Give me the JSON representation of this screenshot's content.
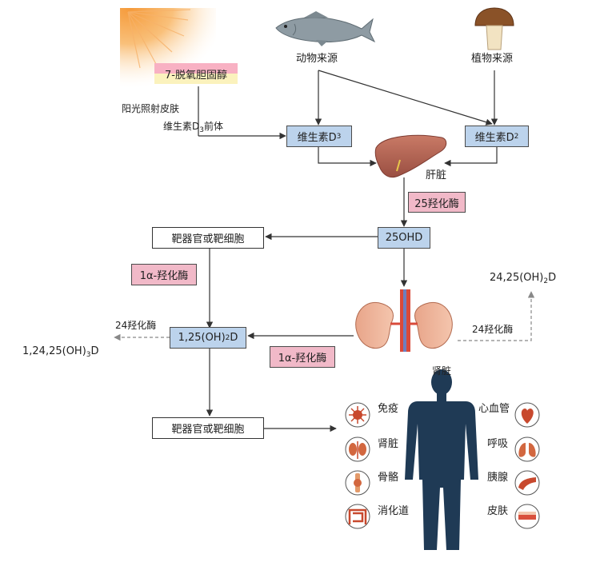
{
  "labels": {
    "precursor": "7-脱氧胆固醇",
    "sunlight": "阳光照射皮肤",
    "d3_precursor_main": "维生素D",
    "d3_precursor_sub": "3",
    "d3_precursor_tail": "前体",
    "animal_source": "动物来源",
    "plant_source": "植物来源",
    "vit_d3_main": "维生素D",
    "vit_d3_sub": "3",
    "vit_d2_main": "维生素D",
    "vit_d2_sub": "2",
    "liver": "肝脏",
    "enzyme_25": "25羟化酶",
    "ohd25": "25OHD",
    "target_top": "靶器官或靶细胞",
    "enzyme_1a_left": "1α-羟化酶",
    "metab_2425_main": "24,25(OH)",
    "metab_2425_sub": "2",
    "metab_2425_tail": "D",
    "enzyme_24_right": "24羟化酶",
    "enzyme_24_left": "24羟化酶",
    "calcitriol_main": "1,25(OH)",
    "calcitriol_sub": "2",
    "calcitriol_tail": "D",
    "metab_12425_main": "1,24,25(OH)",
    "metab_12425_sub": "3",
    "metab_12425_tail": "D",
    "enzyme_1a_right": "1α-羟化酶",
    "kidney": "肾脏",
    "target_bottom": "靶器官或靶细胞"
  },
  "organs_left": [
    {
      "label": "免疫",
      "icon": "immune-icon"
    },
    {
      "label": "肾脏",
      "icon": "kidney-icon"
    },
    {
      "label": "骨骼",
      "icon": "bone-icon"
    },
    {
      "label": "消化道",
      "icon": "intestine-icon"
    }
  ],
  "organs_right": [
    {
      "label": "心血管",
      "icon": "heart-icon"
    },
    {
      "label": "呼吸",
      "icon": "lungs-icon"
    },
    {
      "label": "胰腺",
      "icon": "pancreas-icon"
    },
    {
      "label": "皮肤",
      "icon": "skin-icon"
    }
  ],
  "colors": {
    "blue_box": "#bcd3ec",
    "pink_box": "#f1b9c8",
    "arrow": "#333333",
    "organ_red": "#c8492e",
    "body": "#1f3a55"
  }
}
